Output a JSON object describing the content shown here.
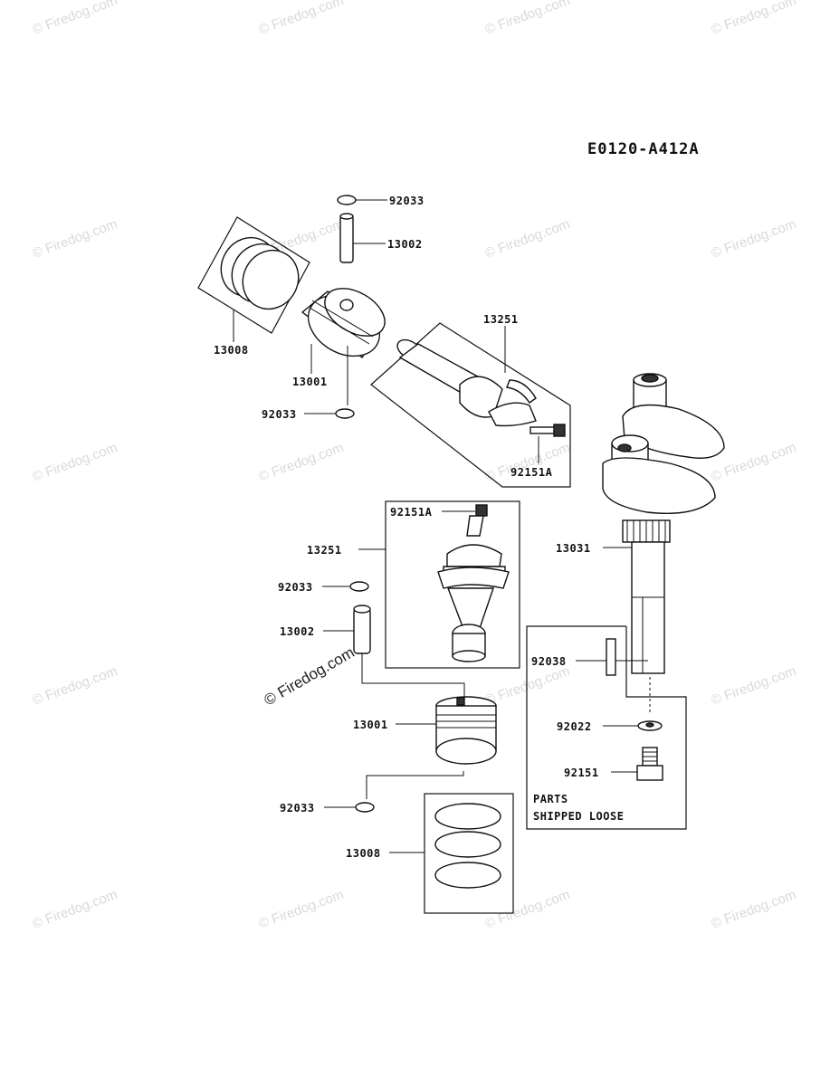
{
  "diagram_code": "E0120-A412A",
  "watermark": "© Firedog.com",
  "callouts": {
    "c1": "92033",
    "c2": "13002",
    "c3": "13008",
    "c4": "13001",
    "c5": "92033",
    "c6": "13251",
    "c7": "92151A",
    "c8": "92151A",
    "c9": "13251",
    "c10": "92033",
    "c11": "13002",
    "c12": "13001",
    "c13": "92033",
    "c14": "13008",
    "c15": "13031",
    "c16": "92038",
    "c17": "92022",
    "c18": "92151"
  },
  "loose_box": {
    "line1": "PARTS",
    "line2": "SHIPPED LOOSE"
  }
}
